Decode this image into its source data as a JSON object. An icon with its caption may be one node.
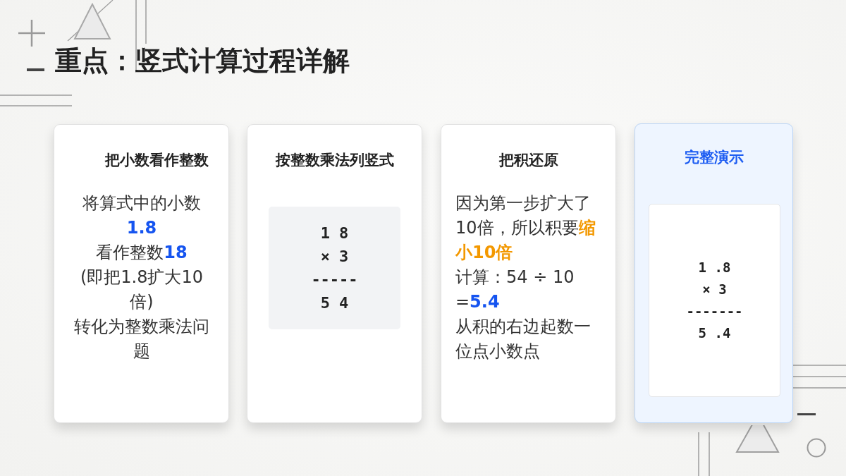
{
  "diagram": {
    "title": "重点：竖式计算过程详解",
    "nodes": [
      {
        "text": [
          "把小数看作整数",
          "将算式中的小数**1.8**",
          "看作整数**18**",
          "(即把1.8扩大10倍)",
          "转化为整数乘法问题"
        ]
      },
      {
        "text": [
          "按整数乘法列竖式"
        ]
      },
      {
        "text": [
          "1 8",
          "× 3",
          "-----",
          "5 4"
        ],
        "in": 1
      },
      {
        "text": [
          "把积还原",
          "因为第一步扩大了10倍，所以积要**缩小10倍**",
          "计算：54 ÷ 10 =**5.4**",
          "从积的右边起数一位点小数点"
        ]
      },
      {
        "text": [
          "完整演示"
        ]
      },
      {
        "text": [
          "1 .8",
          "× 3",
          "-------",
          "5 .4"
        ],
        "in": 4
      }
    ]
  }
}
